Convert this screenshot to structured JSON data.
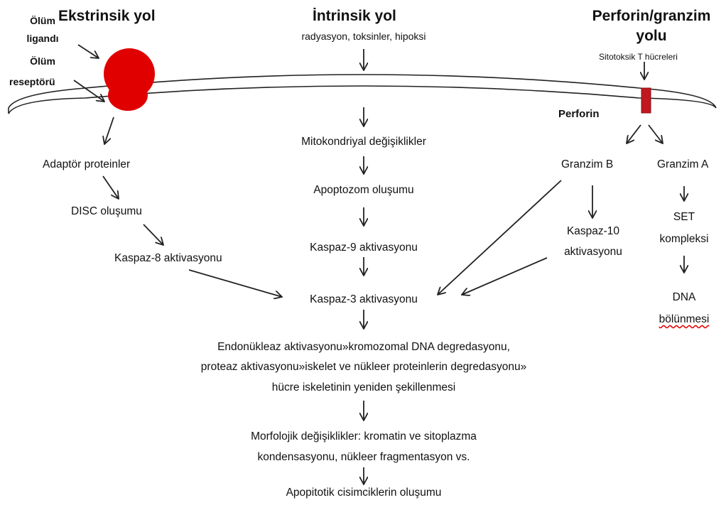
{
  "headers": {
    "extrinsic": "Ekstrinsik yol",
    "intrinsic": "İntrinsik yol",
    "perforin_line1": "Perforin/granzim",
    "perforin_line2": "yolu"
  },
  "extrinsic": {
    "ligand_line1": "Ölüm",
    "ligand_line2": "ligandı",
    "receptor_line1": "Ölüm",
    "receptor_line2": "reseptörü",
    "adaptor": "Adaptör proteinler",
    "disc": "DISC oluşumu",
    "caspase8": "Kaspaz-8 aktivasyonu"
  },
  "intrinsic": {
    "triggers": "radyasyon, toksinler, hipoksi",
    "mito": "Mitokondriyal  değişiklikler",
    "apoptosome": "Apoptozom oluşumu",
    "caspase9": "Kaspaz-9 aktivasyonu"
  },
  "perforin": {
    "cytotoxic": "Sitotoksik T hücreleri",
    "perforin": "Perforin",
    "granzymeB": "Granzim B",
    "granzymeA": "Granzim A",
    "caspase10_line1": "Kaspaz-10",
    "caspase10_line2": "aktivasyonu",
    "set_line1": "SET",
    "set_line2": "kompleksi",
    "dna_line1": "DNA",
    "dna_line2": "bölünmesi"
  },
  "common": {
    "caspase3": "Kaspaz-3 aktivasyonu",
    "endo_line1": "Endonükleaz aktivasyonu»kromozomal  DNA degredasyonu,",
    "endo_line2": "proteaz aktivasyonu»iskelet  ve nükleer proteinlerin  degredasyonu»",
    "endo_line3": "hücre iskeletinin yeniden şekillenmesi",
    "morph_line1": "Morfolojik değişiklikler: kromatin ve sitoplazma",
    "morph_line2": "kondensasyonu,  nükleer fragmentasyon vs.",
    "final": "Apopitotik cisimciklerin oluşumu"
  },
  "colors": {
    "receptor_red": "#e00000",
    "channel_red": "#c0181e",
    "membrane": "#222222"
  }
}
